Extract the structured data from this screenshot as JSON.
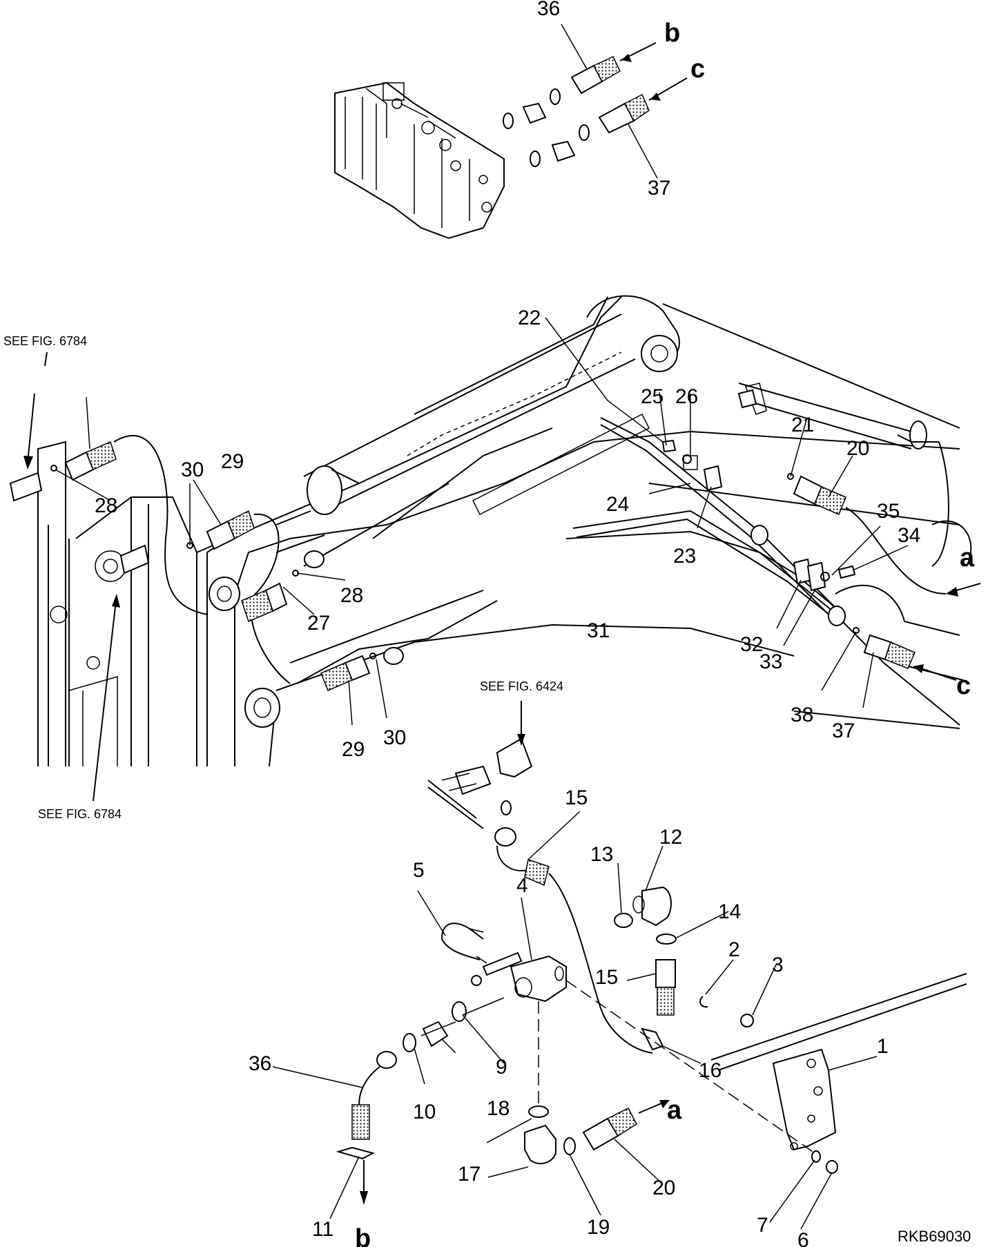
{
  "drawing_code": "RKB69030",
  "references": {
    "fig_6784": "SEE FIG. 6784",
    "fig_6424": "SEE FIG. 6424"
  },
  "connection_letters": [
    "a",
    "b",
    "c"
  ],
  "part_numbers": [
    "1",
    "2",
    "3",
    "4",
    "5",
    "6",
    "7",
    "9",
    "10",
    "11",
    "12",
    "13",
    "14",
    "15",
    "16",
    "17",
    "18",
    "19",
    "20",
    "21",
    "22",
    "23",
    "24",
    "25",
    "26",
    "27",
    "28",
    "29",
    "30",
    "31",
    "32",
    "33",
    "34",
    "35",
    "36",
    "37",
    "38"
  ]
}
